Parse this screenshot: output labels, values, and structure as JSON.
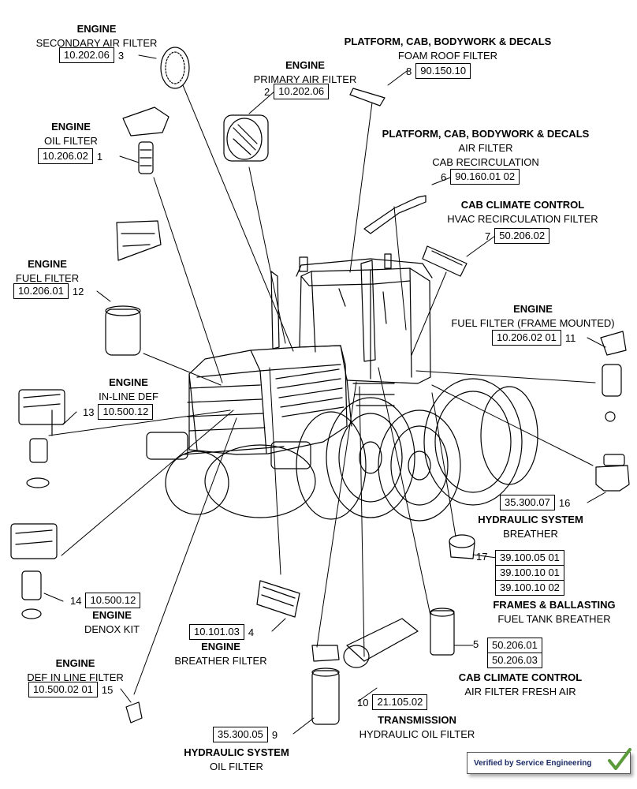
{
  "callouts": [
    {
      "id": "c3",
      "category": "ENGINE",
      "name": "SECONDARY AIR FILTER",
      "refs": [
        "10.202.06"
      ],
      "item": "3"
    },
    {
      "id": "c2",
      "category": "ENGINE",
      "name": "PRIMARY AIR FILTER",
      "refs": [
        "10.202.06"
      ],
      "item": "2"
    },
    {
      "id": "c8",
      "category": "PLATFORM, CAB, BODYWORK & DECALS",
      "name": "FOAM ROOF FILTER",
      "refs": [
        "90.150.10"
      ],
      "item": "8"
    },
    {
      "id": "c1",
      "category": "ENGINE",
      "name": "OIL FILTER",
      "refs": [
        "10.206.02"
      ],
      "item": "1"
    },
    {
      "id": "c6",
      "category": "PLATFORM, CAB, BODYWORK & DECALS",
      "name": "AIR FILTER",
      "name2": "CAB  RECIRCULATION",
      "refs": [
        "90.160.01 02"
      ],
      "item": "6"
    },
    {
      "id": "c7",
      "category": "CAB CLIMATE CONTROL",
      "name": "HVAC RECIRCULATION FILTER",
      "refs": [
        "50.206.02"
      ],
      "item": "7"
    },
    {
      "id": "c12",
      "category": "ENGINE",
      "name": "FUEL FILTER",
      "refs": [
        "10.206.01"
      ],
      "item": "12"
    },
    {
      "id": "c11",
      "category": "ENGINE",
      "name": "FUEL FILTER (FRAME MOUNTED)",
      "refs": [
        "10.206.02 01"
      ],
      "item": "11"
    },
    {
      "id": "c13",
      "category": "ENGINE",
      "name": "IN-LINE DEF",
      "refs": [
        "10.500.12"
      ],
      "item": "13"
    },
    {
      "id": "c16",
      "category": "HYDRAULIC SYSTEM",
      "name": "BREATHER",
      "refs": [
        "35.300.07"
      ],
      "item": "16"
    },
    {
      "id": "c17",
      "category": "FRAMES & BALLASTING",
      "name": "FUEL TANK BREATHER",
      "refs": [
        "39.100.05 01",
        "39.100.10 01",
        "39.100.10 02"
      ],
      "item": "17"
    },
    {
      "id": "c14",
      "category": "ENGINE",
      "name": "DENOX KIT",
      "refs": [
        "10.500.12"
      ],
      "item": "14"
    },
    {
      "id": "c4",
      "category": "ENGINE",
      "name": "BREATHER FILTER",
      "refs": [
        "10.101.03"
      ],
      "item": "4"
    },
    {
      "id": "c5",
      "category": "CAB CLIMATE CONTROL",
      "name": "AIR FILTER FRESH AIR",
      "refs": [
        "50.206.01",
        "50.206.03"
      ],
      "item": "5"
    },
    {
      "id": "c15",
      "category": "ENGINE",
      "name": "DEF IN LINE FILTER",
      "refs": [
        "10.500.02 01"
      ],
      "item": "15"
    },
    {
      "id": "c10",
      "category": "TRANSMISSION",
      "name": "HYDRAULIC OIL FILTER",
      "refs": [
        "21.105.02"
      ],
      "item": "10"
    },
    {
      "id": "c9",
      "category": "HYDRAULIC SYSTEM",
      "name": "OIL FILTER",
      "refs": [
        "35.300.05"
      ],
      "item": "9"
    }
  ],
  "verified": "Verified by Service Engineering"
}
